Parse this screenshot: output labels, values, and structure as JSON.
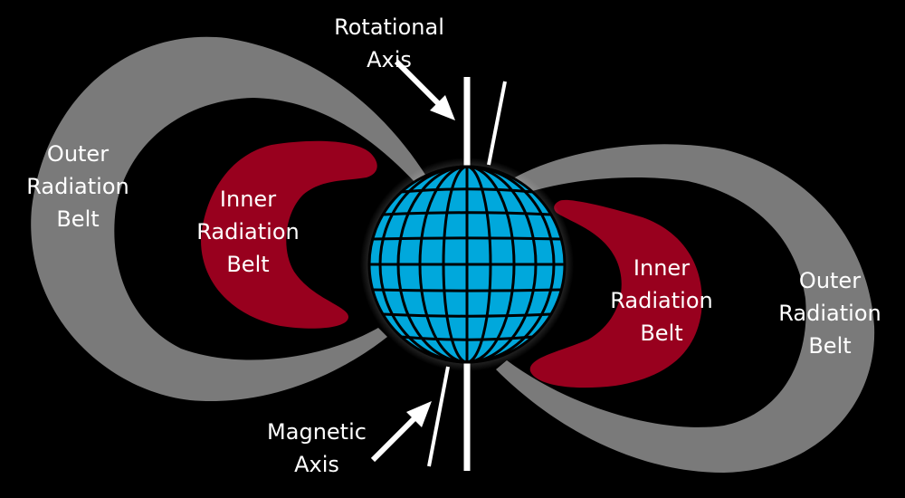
{
  "labels": {
    "rotational_axis": [
      "Rotational",
      "Axis"
    ],
    "magnetic_axis": [
      "Magnetic",
      "Axis"
    ],
    "outer_left": [
      "Outer",
      "Radiation",
      "Belt"
    ],
    "inner_left": [
      "Inner",
      "Radiation",
      "Belt"
    ],
    "inner_right": [
      "Inner",
      "Radiation",
      "Belt"
    ],
    "outer_right": [
      "Outer",
      "Radiation",
      "Belt"
    ]
  },
  "colors": {
    "background": "#000000",
    "outer_belt": "#7a7a7a",
    "inner_belt": "#98001e",
    "earth": "#00a8dc",
    "grid": "#000000",
    "axis": "#ffffff"
  }
}
